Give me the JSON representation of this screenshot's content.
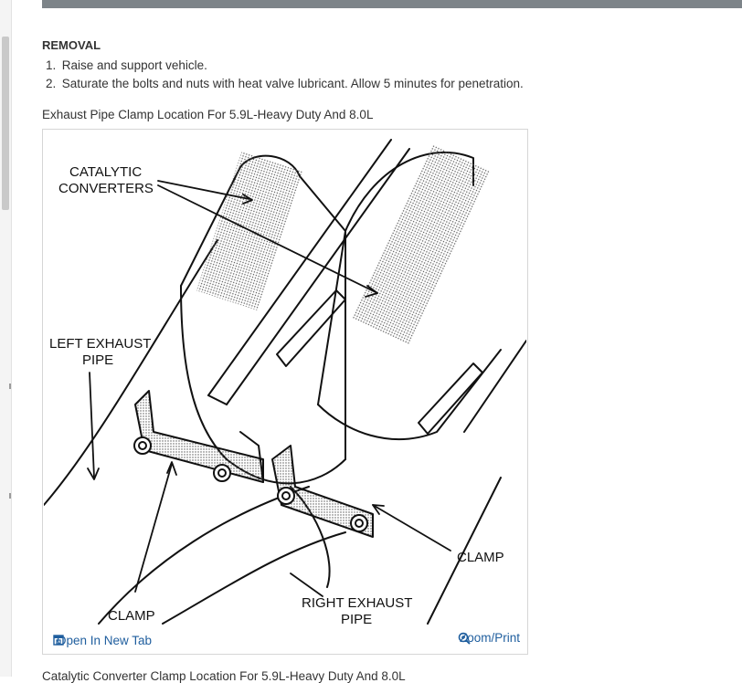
{
  "section": {
    "title": "REMOVAL",
    "steps": [
      {
        "num": "1.",
        "text": "Raise and support vehicle."
      },
      {
        "num": "2.",
        "text": "Saturate the bolts and nuts with heat valve lubricant. Allow 5 minutes for penetration."
      }
    ]
  },
  "figure": {
    "caption": "Exhaust Pipe Clamp Location For 5.9L-Heavy Duty And 8.0L",
    "labels": {
      "catalytic_1": "CATALYTIC",
      "catalytic_2": "CONVERTERS",
      "left_pipe_1": "LEFT EXHAUST",
      "left_pipe_2": "PIPE",
      "clamp_left": "CLAMP",
      "clamp_right": "CLAMP",
      "right_pipe_1": "RIGHT EXHAUST",
      "right_pipe_2": "PIPE"
    },
    "footer": {
      "open_tab": "Open In New Tab",
      "zoom": "Zoom/Print"
    }
  },
  "next_caption": "Catalytic Converter Clamp Location For 5.9L-Heavy Duty And 8.0L"
}
